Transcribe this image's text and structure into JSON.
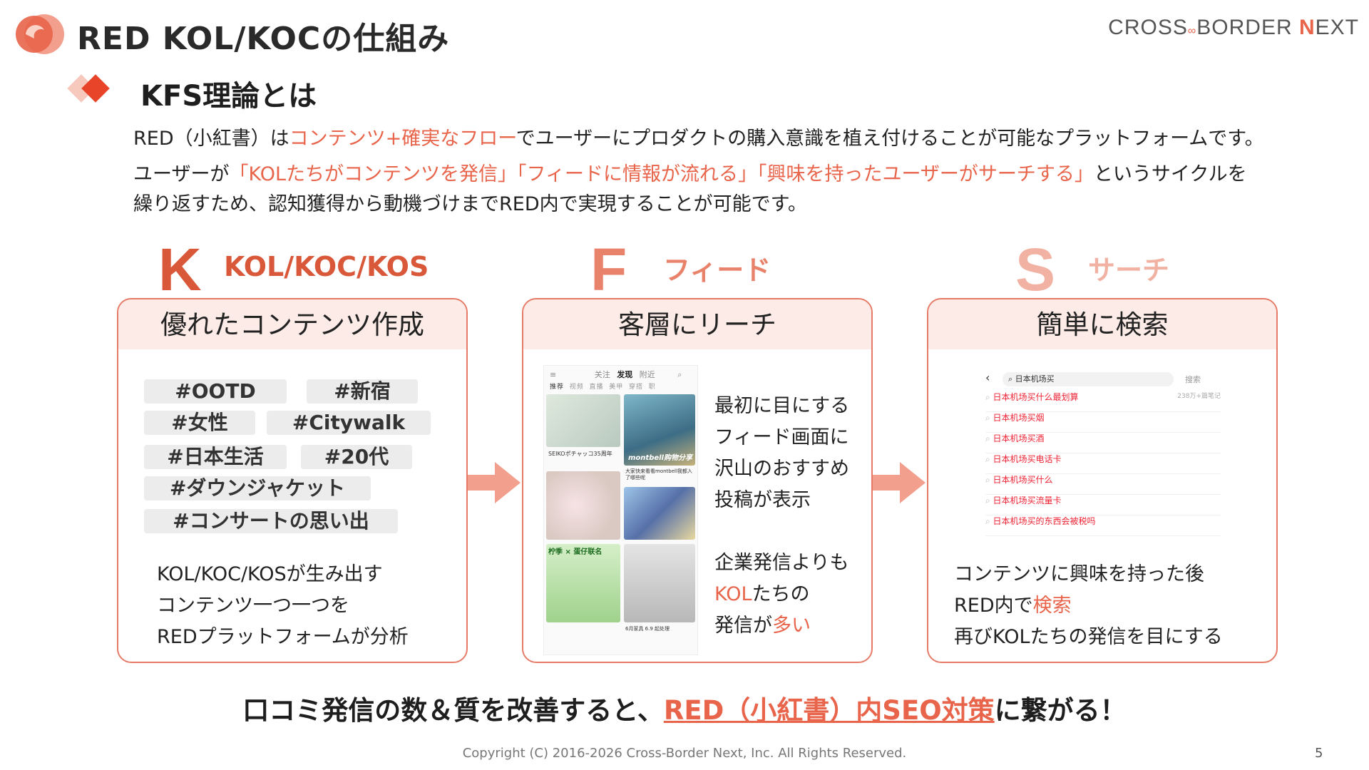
{
  "header": {
    "title": "RED KOL/KOCの仕組み",
    "brand_left": "CROSS",
    "brand_mid": "BORDER",
    "brand_n": "N",
    "brand_right": "EXT"
  },
  "section": {
    "subtitle": "KFS理論とは"
  },
  "intro": {
    "line1_a": "RED（小紅書）は",
    "line1_b": "コンテンツ+確実なフロー",
    "line1_c": "でユーザーにプロダクトの購入意識を植え付けることが可能なプラットフォームです。",
    "line2_a": "ユーザーが",
    "line2_b": "「KOLたちがコンテンツを発信」「フィードに情報が流れる」「興味を持ったユーザーがサーチする」",
    "line2_c": "というサイクルを",
    "line3": "繰り返すため、認知獲得から動機づけまでRED内で実現することが可能です。"
  },
  "pillars": [
    {
      "letter": "K",
      "label": "KOL/KOC/KOS",
      "color": "#d9583a",
      "label_color": "#d9583a",
      "card_title": "優れたコンテンツ作成"
    },
    {
      "letter": "F",
      "label": "フィード",
      "color": "#e8826b",
      "label_color": "#e8826b",
      "card_title": "客層にリーチ"
    },
    {
      "letter": "S",
      "label": "サーチ",
      "color": "#f2b2a3",
      "label_color": "#f2b2a3",
      "card_title": "簡単に検索"
    }
  ],
  "tags": [
    "#OOTD",
    "#新宿",
    "#女性",
    "#Citywalk",
    "#日本生活",
    "#20代",
    "#ダウンジャケット",
    "#コンサートの思い出"
  ],
  "card1_text": [
    "KOL/KOC/KOSが生み出す",
    "コンテンツ一つ一つを",
    "REDプラットフォームが分析"
  ],
  "card2_text": {
    "l1": "最初に目にする",
    "l2": "フィード画面に",
    "l3": "沢山のおすすめ",
    "l4": "投稿が表示",
    "l5": "企業発信よりも",
    "l6_red": "KOL",
    "l6_rest": "たちの",
    "l7_a": "発信が",
    "l7_red": "多い"
  },
  "card3_text": {
    "l1": "コンテンツに興味を持った後",
    "l2_a": "RED内で",
    "l2_red": "検索",
    "l3": "再びKOLたちの発信を目にする"
  },
  "feed_mock": {
    "tabs": [
      "关注",
      "发现",
      "附近"
    ],
    "subtabs": [
      "推荐",
      "视频",
      "直播",
      "美甲",
      "穿搭",
      "职"
    ],
    "captions": [
      "SEIKOポチャッコ35周年",
      "大家快来看看montbell我都入了哪些呢",
      "柠季 × 蛋仔联名",
      "6月家具 6.9 起处理"
    ],
    "overlay": "montbell购物分享"
  },
  "search_mock": {
    "query": "日本机场买",
    "cancel": "搜索",
    "results": [
      "日本机场买什么最划算",
      "日本机场买烟",
      "日本机场买酒",
      "日本机场买电话卡",
      "日本机场买什么",
      "日本机场买流量卡",
      "日本机场买的东西会被税吗"
    ],
    "count_note": "238万+篇笔记"
  },
  "bottom": {
    "a": "口コミ発信の数＆質を改善すると、",
    "b": "RED（小紅書）内SEO対策",
    "c": "に繋がる！"
  },
  "footer": {
    "copyright": "Copyright (C) 2016-2026 Cross-Border Next, Inc. All Rights Reserved.",
    "page": "5"
  },
  "colors": {
    "accent": "#e8644a",
    "card_border": "#e57b66",
    "card_head": "#fcebe6",
    "arrow": "#f2a08d"
  }
}
